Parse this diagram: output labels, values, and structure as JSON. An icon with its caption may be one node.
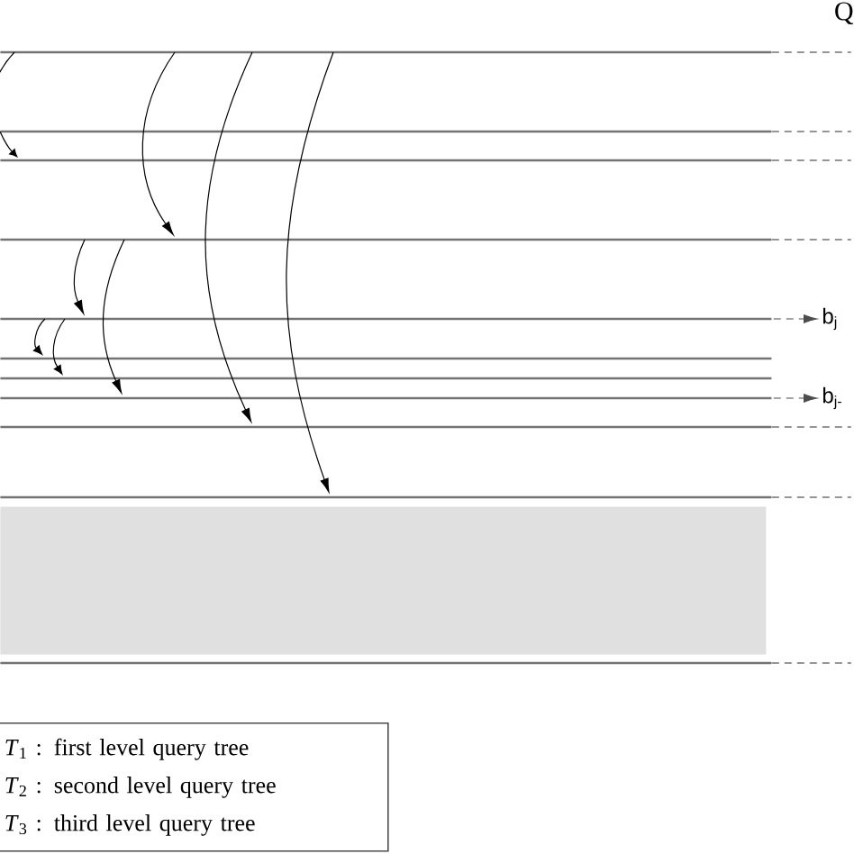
{
  "diagram": {
    "nodes": [
      {
        "text": [],
        "shape": "bar"
      },
      {
        "text": [],
        "shape": "bar"
      },
      {
        "text": [],
        "shape": "bar"
      },
      {
        "text": [],
        "shape": "bar"
      },
      {
        "text": [],
        "shape": "bar"
      },
      {
        "text": [],
        "shape": "bar"
      },
      {
        "text": [],
        "shape": "bar"
      },
      {
        "text": [],
        "shape": "bar"
      },
      {
        "text": [],
        "shape": "bar"
      },
      {
        "text": [],
        "shape": "bar"
      },
      {
        "text": [],
        "shape": "bar"
      },
      {
        "text": [
          "b$_{j}$"
        ]
      },
      {
        "text": [
          "b$_{j-}$"
        ]
      },
      {
        "text": [],
        "shape": "box"
      },
      {
        "text": [
          "*T*$_{1}$ : first level query tree",
          "*T*$_{2}$ : second level query tree",
          "*T*$_{3}$ : third level query tree"
        ]
      }
    ],
    "edges": [
      {
        "from": 0,
        "to": null,
        "arrow": "none"
      },
      {
        "from": 1,
        "to": 2,
        "arrow": "to"
      },
      {
        "from": 0,
        "to": 3,
        "arrow": "to"
      },
      {
        "from": 0,
        "to": 8,
        "arrow": "to"
      },
      {
        "from": 0,
        "to": 9,
        "arrow": "to"
      },
      {
        "from": 3,
        "to": 4,
        "arrow": "to"
      },
      {
        "from": 3,
        "to": 7,
        "arrow": "to"
      },
      {
        "from": 4,
        "to": 5,
        "arrow": "to"
      },
      {
        "from": 4,
        "to": 6,
        "arrow": "to"
      },
      {
        "from": 4,
        "to": 11,
        "arrow": "to",
        "style": "dashed"
      },
      {
        "from": 7,
        "to": 12,
        "arrow": "to",
        "style": "dashed"
      }
    ],
    "labels": [
      "Q"
    ]
  }
}
